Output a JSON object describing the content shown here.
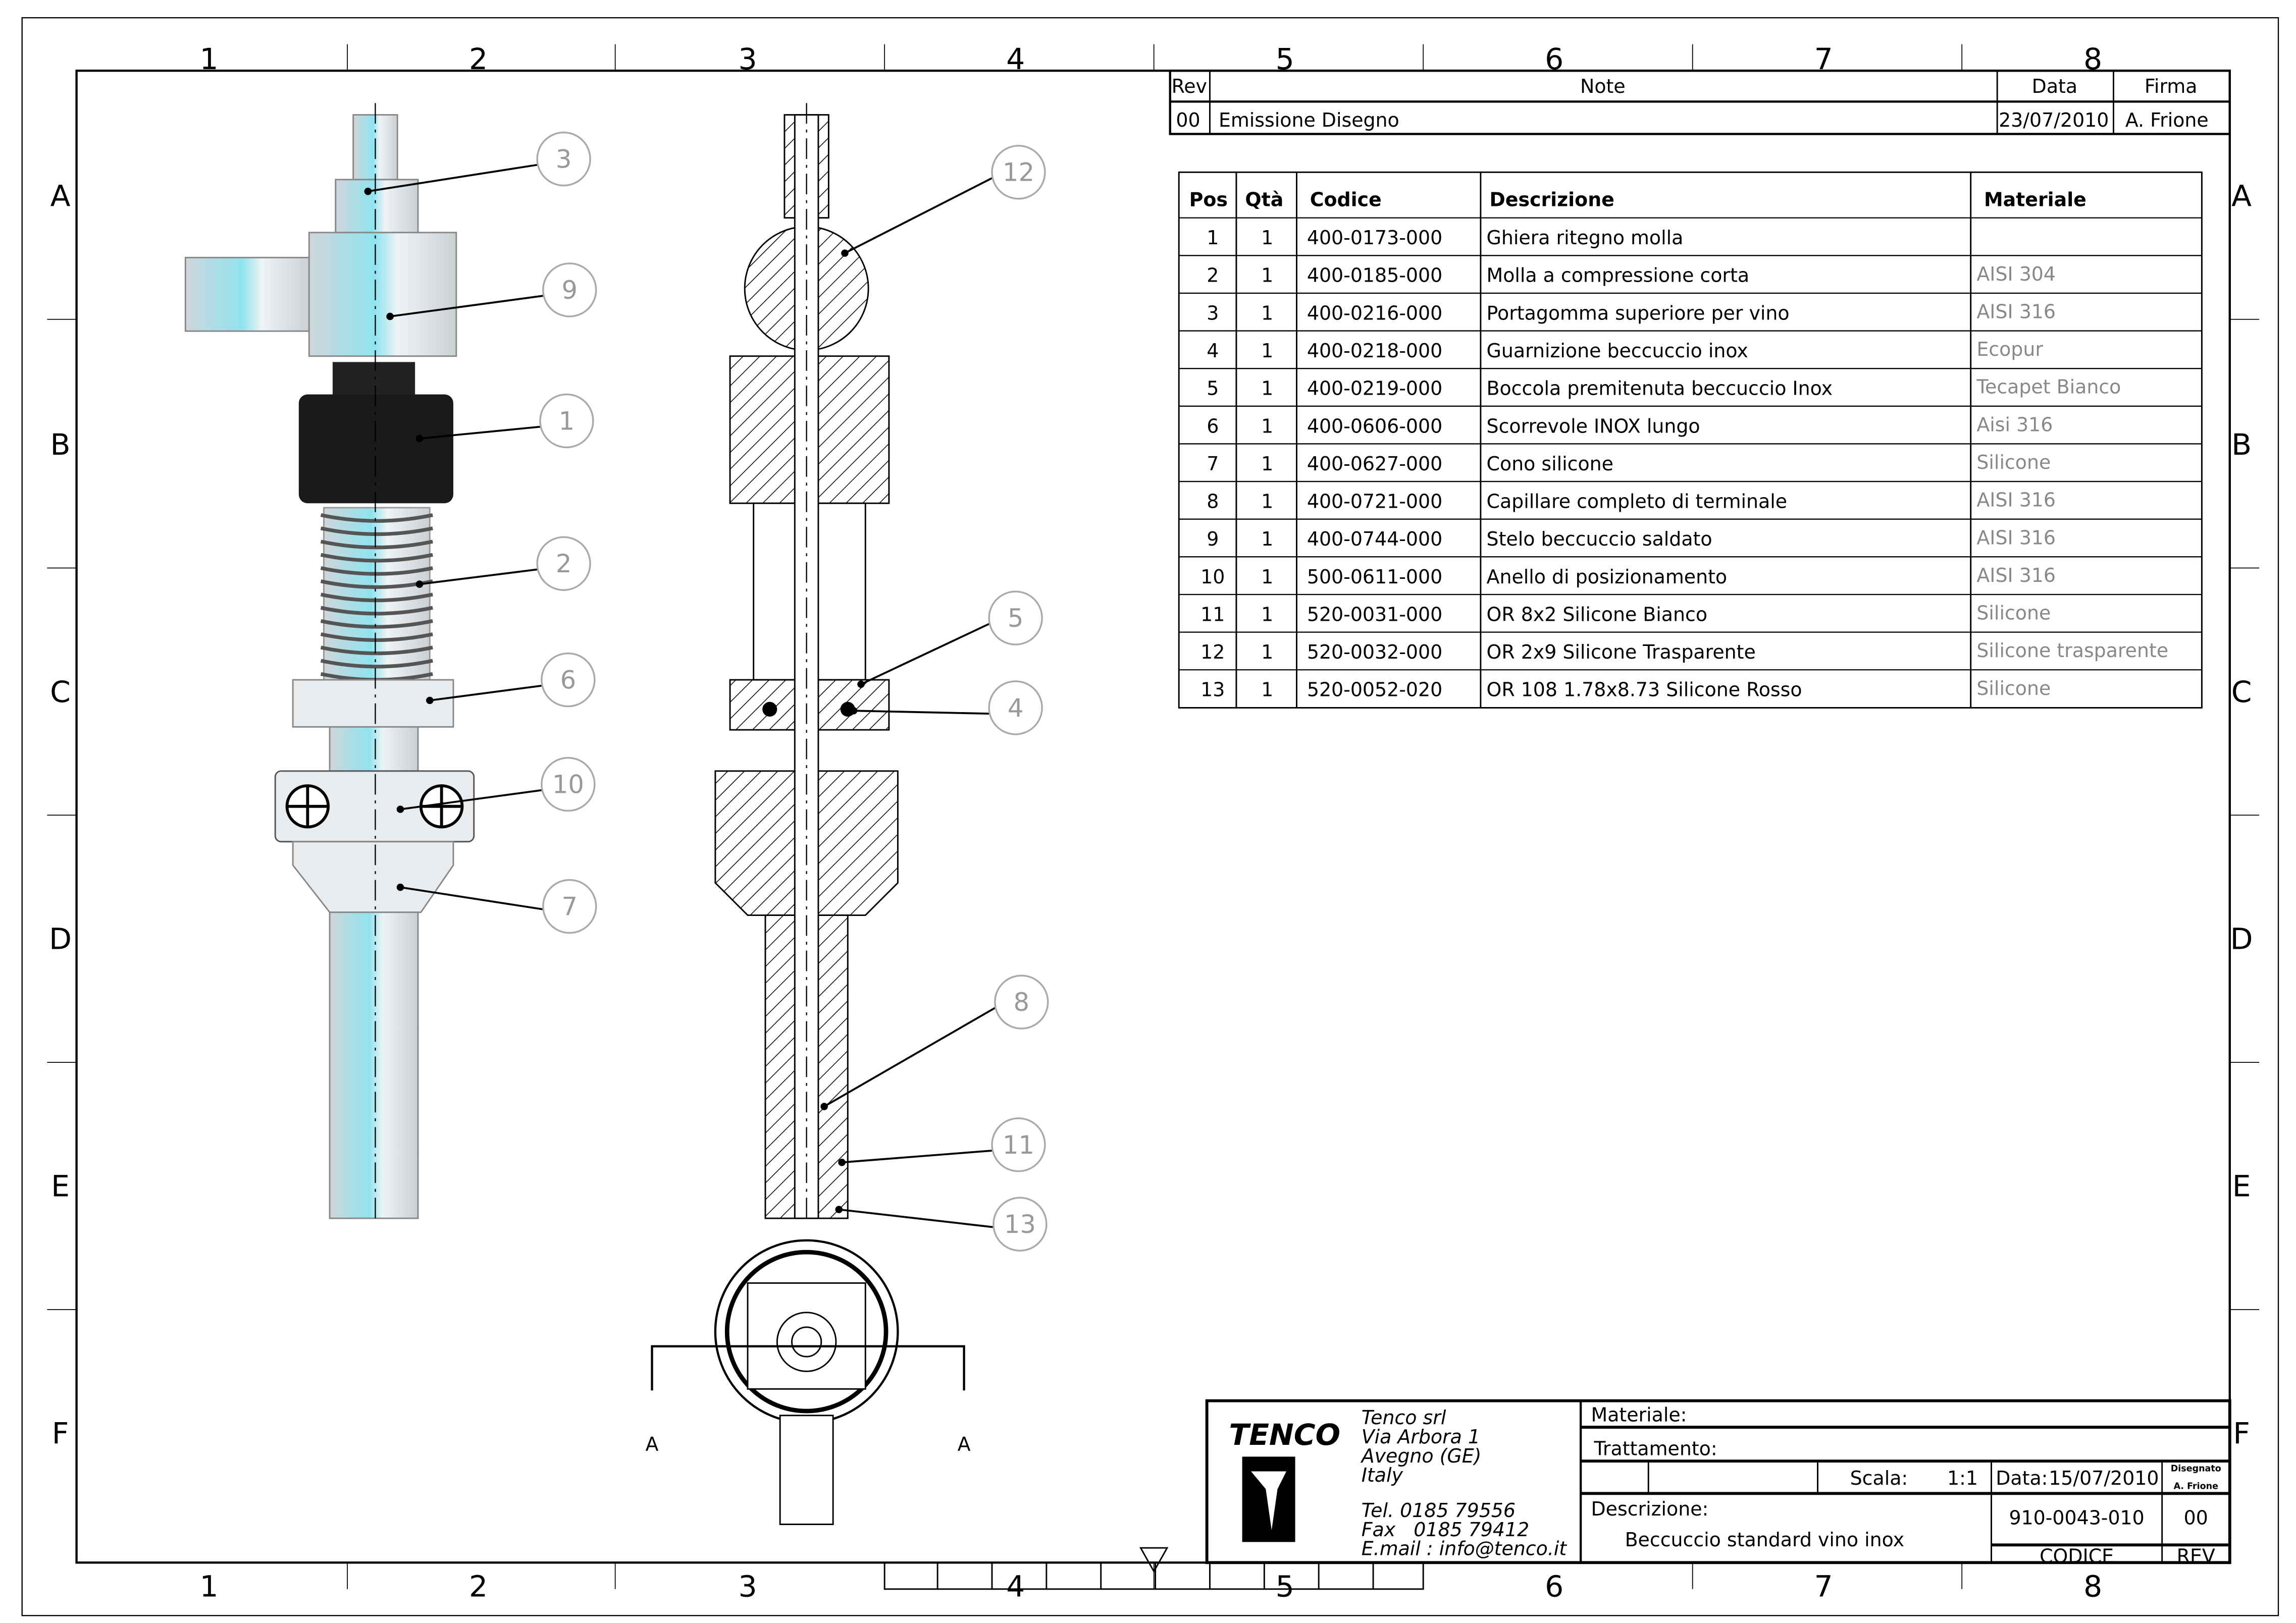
{
  "zones": {
    "columns": [
      "1",
      "2",
      "3",
      "4",
      "5",
      "6",
      "7",
      "8"
    ],
    "rows": [
      "A",
      "B",
      "C",
      "D",
      "E",
      "F"
    ]
  },
  "revision_table": {
    "headers": {
      "rev": "Rev",
      "note": "Note",
      "data": "Data",
      "firma": "Firma"
    },
    "rows": [
      {
        "rev": "00",
        "note": "Emissione Disegno",
        "data": "23/07/2010",
        "firma": "A. Frione"
      }
    ]
  },
  "bom": {
    "headers": {
      "pos": "Pos",
      "qta": "Qtà",
      "codice": "Codice",
      "descrizione": "Descrizione",
      "materiale": "Materiale"
    },
    "rows": [
      {
        "pos": "1",
        "qta": "1",
        "codice": "400-0173-000",
        "descrizione": "Ghiera ritegno molla",
        "materiale": ""
      },
      {
        "pos": "2",
        "qta": "1",
        "codice": "400-0185-000",
        "descrizione": "Molla a compressione corta",
        "materiale": "AISI 304"
      },
      {
        "pos": "3",
        "qta": "1",
        "codice": "400-0216-000",
        "descrizione": "Portagomma superiore per vino",
        "materiale": "AISI 316"
      },
      {
        "pos": "4",
        "qta": "1",
        "codice": "400-0218-000",
        "descrizione": "Guarnizione beccuccio inox",
        "materiale": "Ecopur"
      },
      {
        "pos": "5",
        "qta": "1",
        "codice": "400-0219-000",
        "descrizione": "Boccola premitenuta beccuccio Inox",
        "materiale": "Tecapet Bianco"
      },
      {
        "pos": "6",
        "qta": "1",
        "codice": "400-0606-000",
        "descrizione": "Scorrevole INOX lungo",
        "materiale": "Aisi 316"
      },
      {
        "pos": "7",
        "qta": "1",
        "codice": "400-0627-000",
        "descrizione": "Cono silicone",
        "materiale": "Silicone"
      },
      {
        "pos": "8",
        "qta": "1",
        "codice": "400-0721-000",
        "descrizione": "Capillare completo di terminale",
        "materiale": "AISI 316"
      },
      {
        "pos": "9",
        "qta": "1",
        "codice": "400-0744-000",
        "descrizione": "Stelo beccuccio saldato",
        "materiale": "AISI 316"
      },
      {
        "pos": "10",
        "qta": "1",
        "codice": "500-0611-000",
        "descrizione": "Anello di posizionamento",
        "materiale": "AISI 316"
      },
      {
        "pos": "11",
        "qta": "1",
        "codice": "520-0031-000",
        "descrizione": "OR 8x2 Silicone Bianco",
        "materiale": "Silicone"
      },
      {
        "pos": "12",
        "qta": "1",
        "codice": "520-0032-000",
        "descrizione": "OR 2x9 Silicone Trasparente",
        "materiale": "Silicone trasparente"
      },
      {
        "pos": "13",
        "qta": "1",
        "codice": "520-0052-020",
        "descrizione": "OR 108 1.78x8.73 Silicone Rosso",
        "materiale": "Silicone"
      }
    ]
  },
  "callouts_left": [
    "3",
    "9",
    "1",
    "2",
    "6",
    "10",
    "7"
  ],
  "callouts_section": [
    "12",
    "5",
    "4",
    "8",
    "11",
    "13"
  ],
  "section_labels": [
    "A",
    "A"
  ],
  "title_block": {
    "logo_text": "TENCO",
    "company": [
      "Tenco srl",
      "Via Arbora 1",
      "Avegno (GE)",
      "Italy"
    ],
    "contacts": [
      "Tel. 0185 79556",
      "Fax   0185 79412",
      "E.mail : info@tenco.it"
    ],
    "materiale_label": "Materiale:",
    "trattamento_label": "Trattamento:",
    "scala_label": "Scala:",
    "scala_value": "1:1",
    "data_label": "Data:",
    "data_value": "15/07/2010",
    "disegnato_label": "Disegnato",
    "disegnato_value": "A. Frione",
    "descrizione_label": "Descrizione:",
    "descrizione_value": "Beccuccio standard vino inox",
    "codice_value": "910-0043-010",
    "rev_value": "00",
    "codice_label": "CODICE",
    "rev_label": "REV"
  },
  "colors": {
    "part_fill": "#dfe6ea",
    "part_highlight": "#7fdcec",
    "rubber": "#1a1a1a",
    "balloon": "#aaaaaa"
  }
}
